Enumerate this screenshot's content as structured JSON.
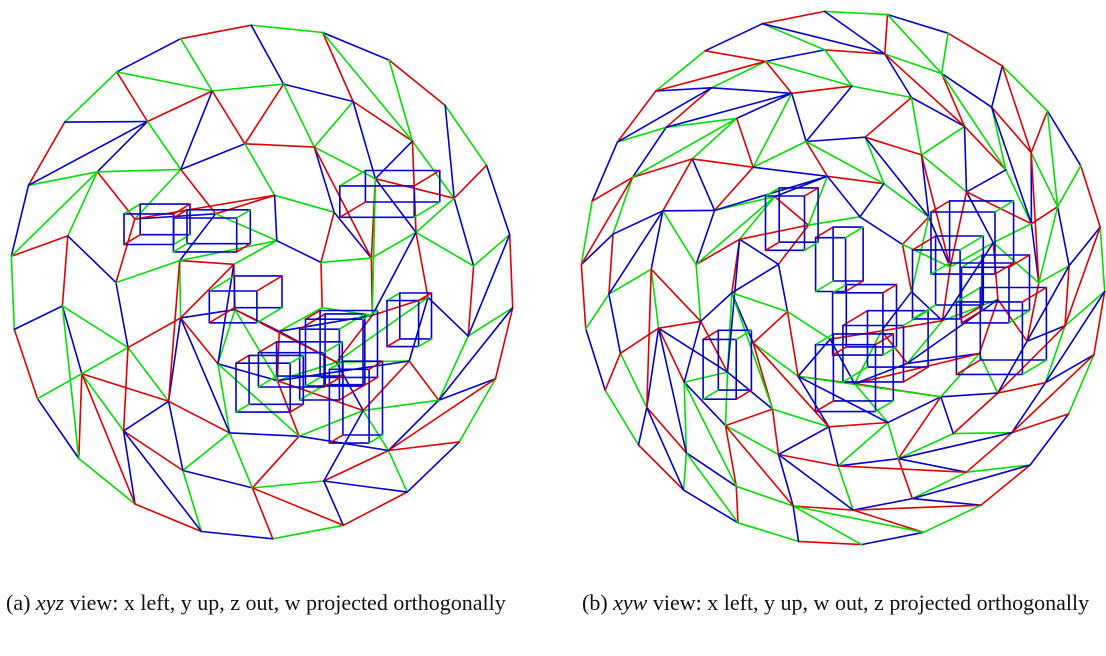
{
  "colors": {
    "red_edges": "#e00000",
    "green_edges": "#00e000",
    "blue_edges": "#0000d0"
  },
  "figure_a": {
    "tag": "(a)",
    "view": "xyz",
    "caption_rest": " view: x left, y up, z out, w projected orthogonally",
    "caption": "(a) xyz view: x left, y up, z out, w projected orthogonally"
  },
  "figure_b": {
    "tag": "(b)",
    "view": "xyw",
    "caption_rest": " view: x left, y up, w out, z projected orthogonally",
    "caption": "(b) xyw view: x left, y up, w out, z projected orthogonally"
  }
}
